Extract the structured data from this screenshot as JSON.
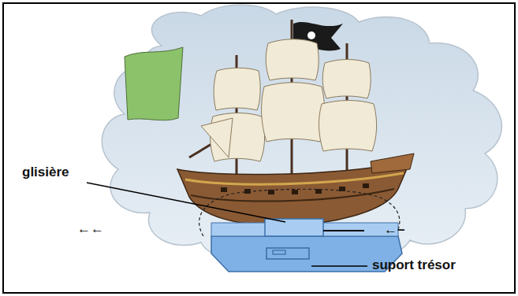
{
  "diagram": {
    "labels": [
      "glisière",
      "suport trésor",
      "←←",
      "←–"
    ]
  }
}
